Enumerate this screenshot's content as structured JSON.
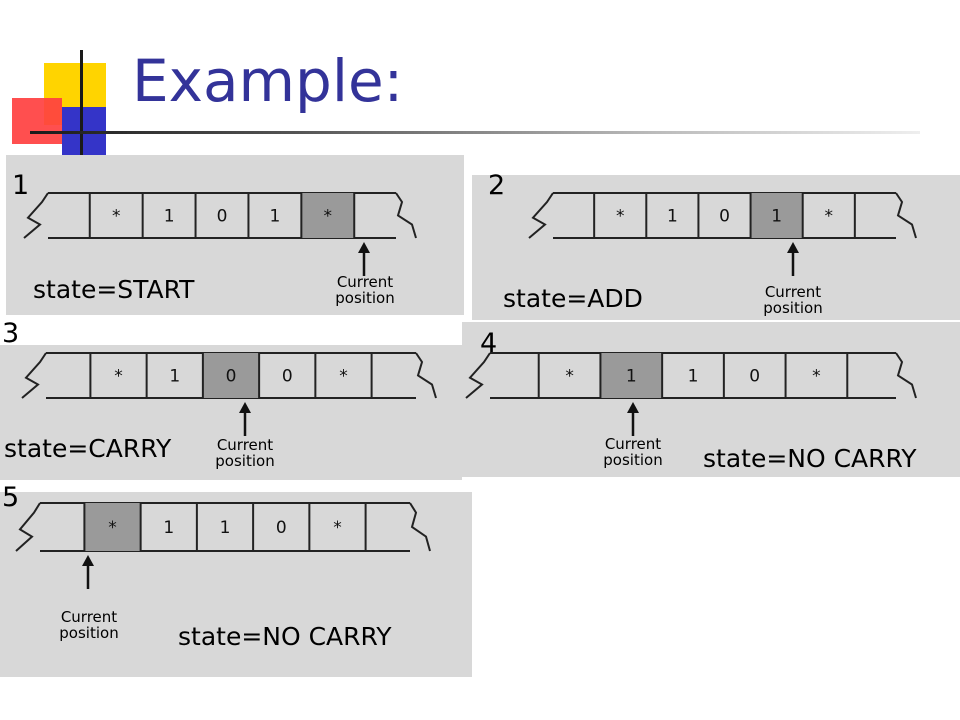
{
  "title": "Example:",
  "panels": [
    {
      "number": "1",
      "state": "state=START",
      "cells": [
        "*",
        "1",
        "0",
        "1",
        "*"
      ],
      "current_index": 4,
      "pointer_label": [
        "Current",
        "position"
      ]
    },
    {
      "number": "2",
      "state": "state=ADD",
      "cells": [
        "*",
        "1",
        "0",
        "1",
        "*"
      ],
      "current_index": 3,
      "pointer_label": [
        "Current",
        "position"
      ]
    },
    {
      "number": "3",
      "state": "state=CARRY",
      "cells": [
        "*",
        "1",
        "0",
        "0",
        "*"
      ],
      "current_index": 2,
      "pointer_label": [
        "Current",
        "position"
      ]
    },
    {
      "number": "4",
      "state": "state=NO CARRY",
      "cells": [
        "*",
        "1",
        "1",
        "0",
        "*"
      ],
      "current_index": 1,
      "pointer_label": [
        "Current",
        "position"
      ]
    },
    {
      "number": "5",
      "state": "state=NO CARRY",
      "cells": [
        "*",
        "1",
        "1",
        "0",
        "*"
      ],
      "current_index": 0,
      "pointer_label": [
        "Current",
        "position"
      ]
    }
  ],
  "colors": {
    "title": "#333399",
    "accent_yellow": "#ffd400",
    "accent_red": "#ff4040",
    "accent_blue": "#3434c8",
    "highlight_cell": "#9a9a9a"
  }
}
